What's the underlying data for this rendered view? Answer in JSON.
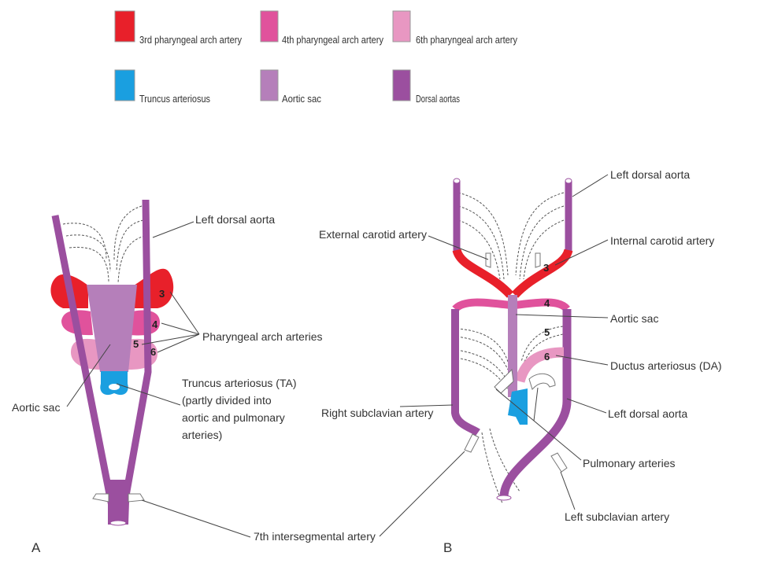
{
  "legend": [
    {
      "label": "3rd pharyngeal arch artery",
      "color": "#e8202a"
    },
    {
      "label": "4th pharyngeal arch artery",
      "color": "#e0529c"
    },
    {
      "label": "6th pharyngeal arch artery",
      "color": "#e897c2"
    },
    {
      "label": "Truncus arteriosus",
      "color": "#1a9fe0"
    },
    {
      "label": "Aortic sac",
      "color": "#b57fba"
    },
    {
      "label": "Dorsal aortas",
      "color": "#9b4f9f"
    }
  ],
  "panel_a": {
    "letter": "A",
    "labels": {
      "left_dorsal_aorta": "Left dorsal aorta",
      "pharyngeal_arch_arteries": "Pharyngeal arch arteries",
      "truncus_line1": "Truncus arteriosus (TA)",
      "truncus_line2": "(partly divided into",
      "truncus_line3": "aortic and pulmonary",
      "truncus_line4": "arteries)",
      "aortic_sac": "Aortic sac",
      "intersegmental": "7th intersegmental artery"
    },
    "numbers": [
      "3",
      "4",
      "5",
      "6"
    ]
  },
  "panel_b": {
    "letter": "B",
    "labels": {
      "left_dorsal_aorta_top": "Left dorsal aorta",
      "external_carotid": "External carotid artery",
      "internal_carotid": "Internal carotid artery",
      "aortic_sac": "Aortic sac",
      "ductus": "Ductus arteriosus (DA)",
      "right_subclavian": "Right subclavian artery",
      "left_dorsal_aorta_bottom": "Left dorsal aorta",
      "pulmonary": "Pulmonary arteries",
      "left_subclavian": "Left subclavian artery"
    },
    "numbers": [
      "3",
      "4",
      "5",
      "6"
    ]
  }
}
